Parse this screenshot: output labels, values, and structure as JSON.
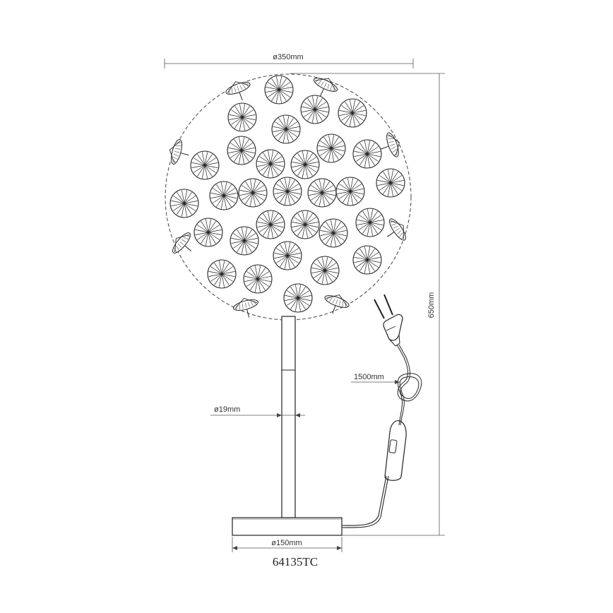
{
  "drawing": {
    "model_code": "64135TC",
    "dimensions": {
      "shade_diameter": "ø350mm",
      "total_height": "650mm",
      "stem_diameter": "ø19mm",
      "base_diameter": "ø150mm",
      "cable_length": "1500mm"
    },
    "colors": {
      "line": "#222222",
      "dimension_line": "#555555",
      "background": "#ffffff"
    }
  }
}
